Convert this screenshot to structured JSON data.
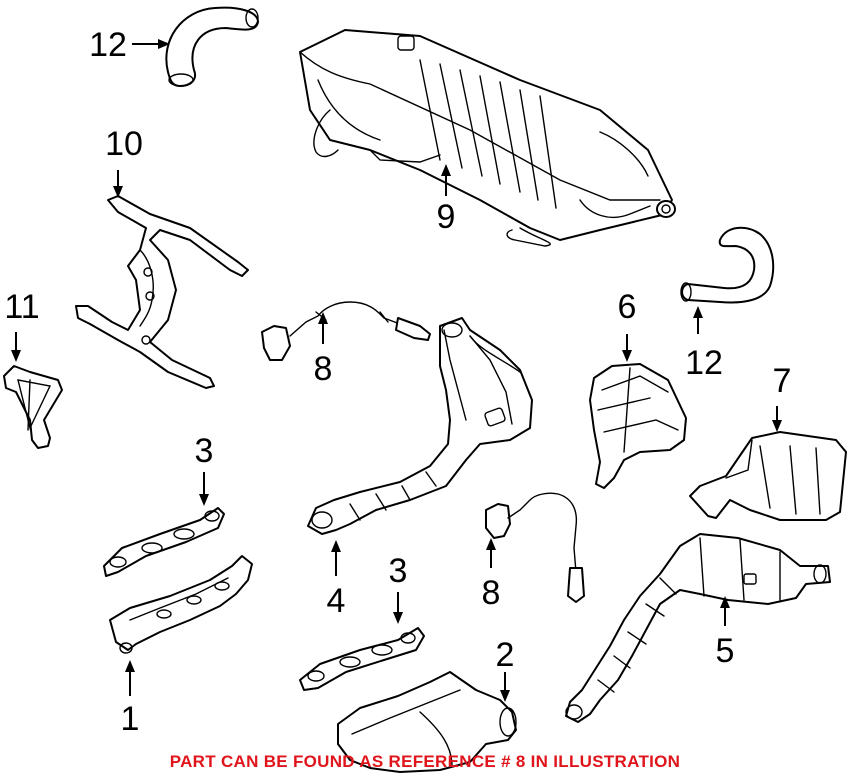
{
  "callouts": {
    "c1": "1",
    "c2": "2",
    "c3a": "3",
    "c3b": "3",
    "c4": "4",
    "c5": "5",
    "c6": "6",
    "c7": "7",
    "c8a": "8",
    "c8b": "8",
    "c9": "9",
    "c10": "10",
    "c11": "11",
    "c12a": "12",
    "c12b": "12"
  },
  "footer": {
    "text": "PART CAN BE FOUND AS REFERENCE # 8 IN ILLUSTRATION"
  },
  "colors": {
    "footer": "#e0141b",
    "line": "#000000",
    "background": "#ffffff"
  }
}
